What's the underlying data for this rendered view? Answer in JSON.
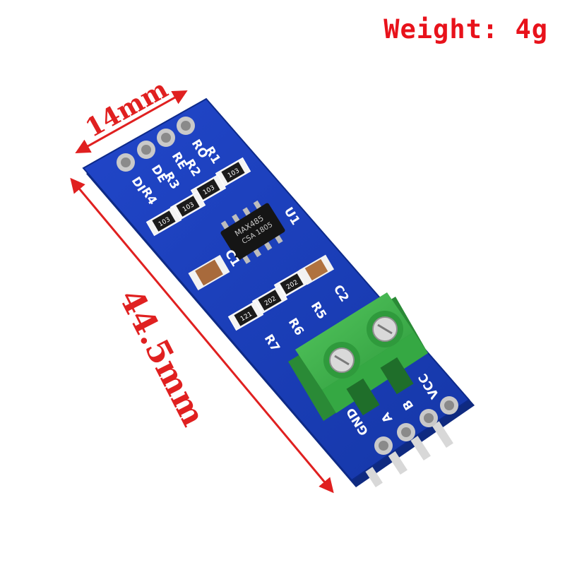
{
  "weight": "Weight: 4g",
  "dimensions": {
    "width_label": "14mm",
    "length_label": "44.5mm"
  },
  "board": {
    "top_pins": [
      "DI",
      "DE",
      "RE",
      "RO"
    ],
    "bottom_pins": [
      "GND",
      "A",
      "B",
      "VCC"
    ],
    "resistor_labels": [
      "R1",
      "R2",
      "R3",
      "R4",
      "R5",
      "R6",
      "R7"
    ],
    "capacitor_labels": [
      "C1",
      "C2"
    ],
    "chip_label": "U1",
    "chip_text_line1": "MAX485",
    "chip_text_line2": "CSA",
    "chip_text_line3": "1805",
    "resistor_codes": [
      "103",
      "103",
      "103",
      "103",
      "202",
      "202",
      "121"
    ]
  },
  "colors": {
    "pcb_blue": "#1a3fbf",
    "pcb_edge": "#0d2a8a",
    "terminal_green": "#3db34a",
    "dimension_red": "#e02020",
    "weight_red": "#e8121b",
    "silkscreen": "#ffffff",
    "chip_black": "#151515"
  }
}
